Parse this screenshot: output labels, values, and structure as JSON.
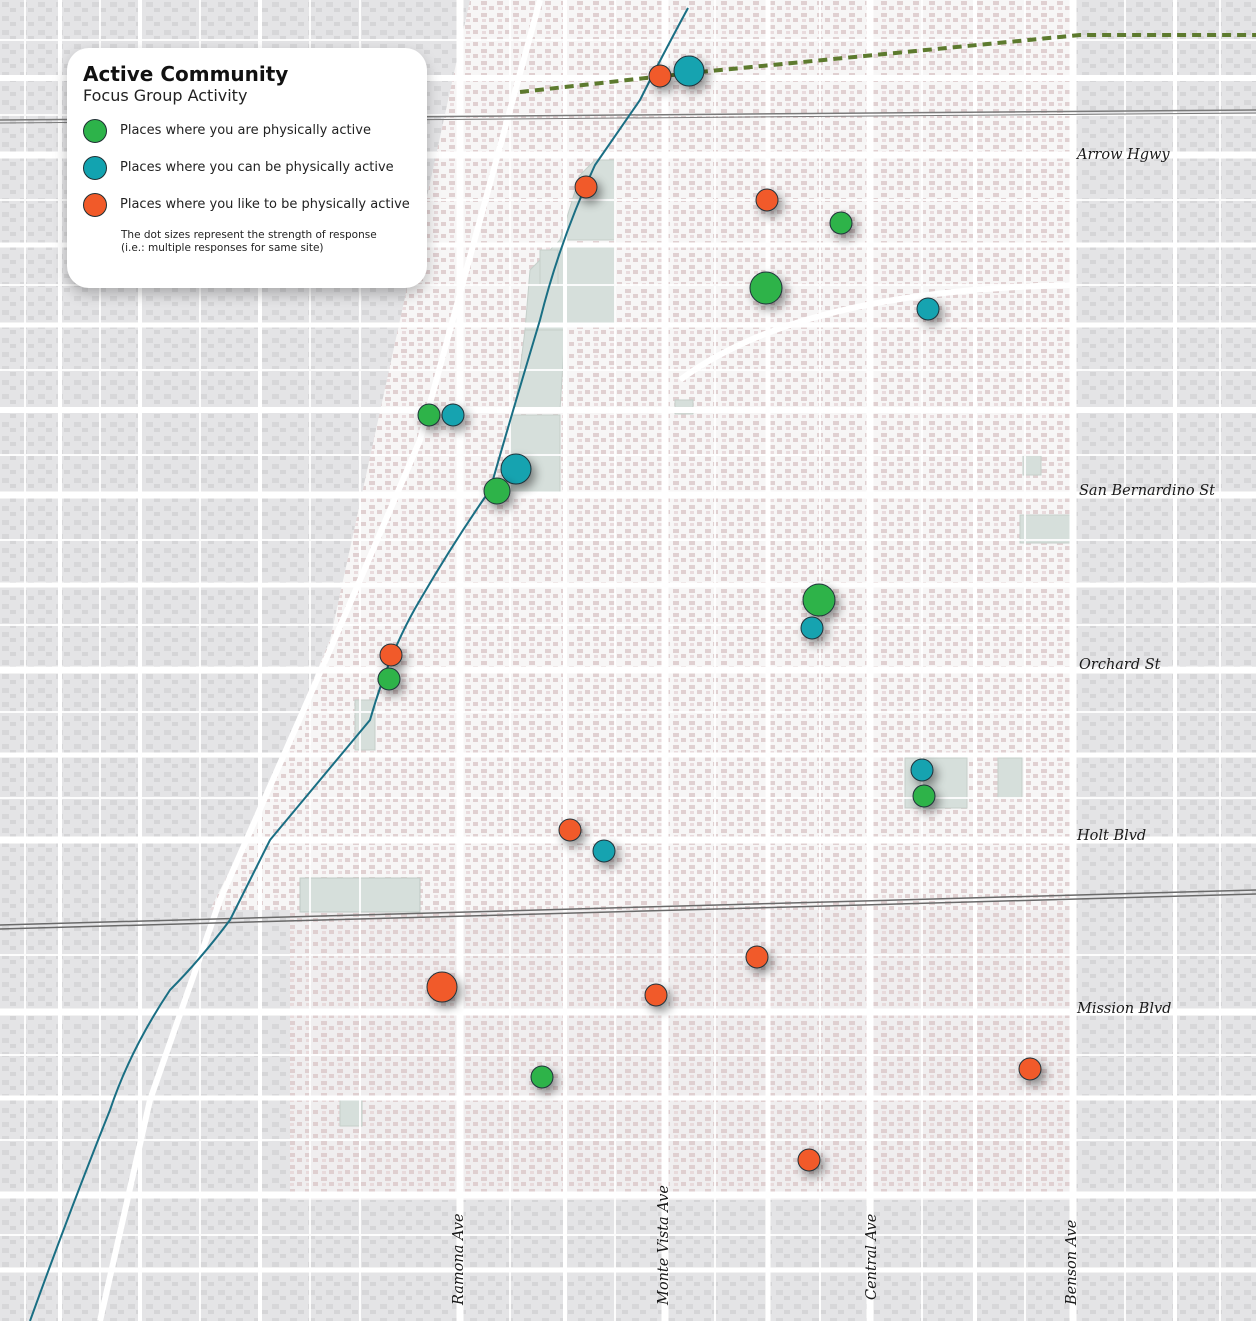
{
  "legend": {
    "title": "Active Community",
    "subtitle": "Focus Group Activity",
    "items": [
      {
        "label": "Places where you are physically active",
        "category": "active",
        "color": "#2db34a"
      },
      {
        "label": "Places where you can be physically active",
        "category": "can",
        "color": "#12a3b0"
      },
      {
        "label": "Places where you like to be physically active",
        "category": "like",
        "color": "#f15a29"
      }
    ],
    "note_line1": "The dot sizes represent the strength of response",
    "note_line2": "(i.e.: multiple responses for same site)"
  },
  "streets": {
    "arrow": "Arrow Hgwy",
    "san_bernardino": "San Bernardino St",
    "orchard": "Orchard St",
    "holt": "Holt Blvd",
    "mission": "Mission Blvd",
    "ramona": "Ramona Ave",
    "monte_vista": "Monte Vista Ave",
    "central": "Central Ave",
    "benson": "Benson Ave"
  },
  "colors": {
    "active": "#2db34a",
    "can": "#12a3b0",
    "like": "#f15a29",
    "background": "#e4e4e6",
    "study_area": "#f7f6f6",
    "park": "#d6dfdb",
    "river": "#1a6f84",
    "trail": "#5d7a2e"
  }
}
